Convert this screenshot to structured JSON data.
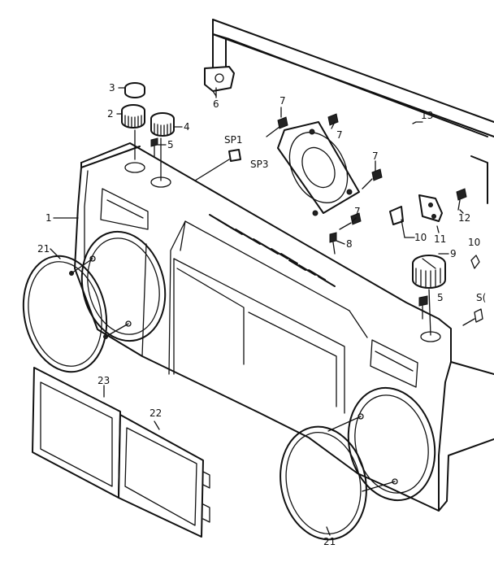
{
  "labels": {
    "p1": "1",
    "p2": "2",
    "p3": "3",
    "p4": "4",
    "p5a": "5",
    "p5b": "5",
    "p6": "6",
    "p7a": "7",
    "p7b": "7",
    "p7c": "7",
    "p7d": "7",
    "p8": "8",
    "p9": "9",
    "p10a": "10",
    "p10b": "10",
    "p11": "11",
    "p12": "12",
    "p13": "13",
    "p21a": "21",
    "p21b": "21",
    "p22": "22",
    "p23": "23",
    "sp1": "SP1",
    "sp3": "SP3",
    "sp_cut": "S("
  }
}
